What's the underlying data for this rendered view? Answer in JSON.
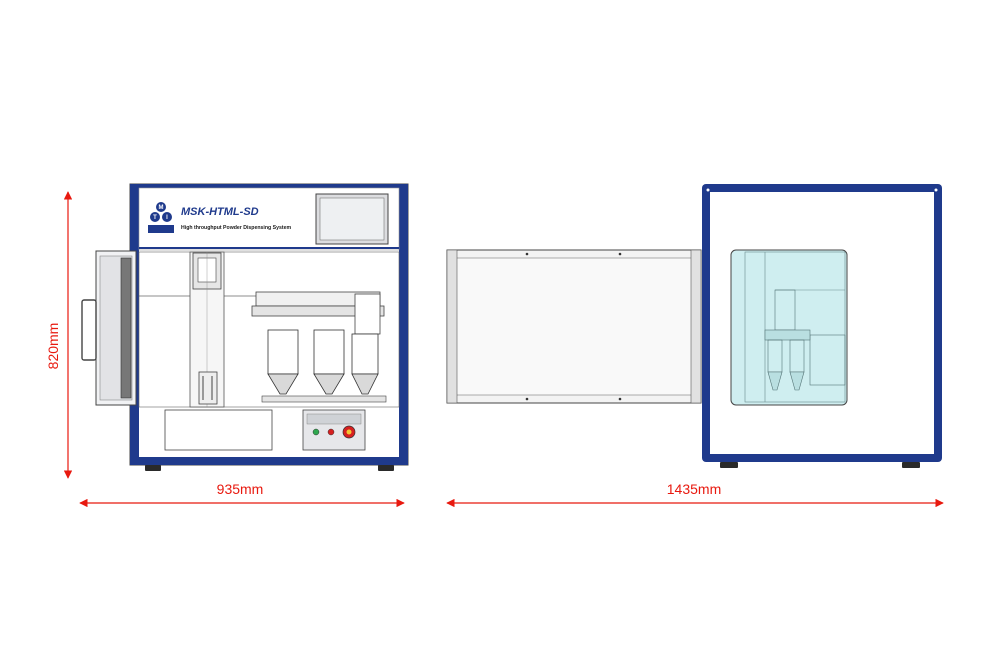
{
  "product": {
    "model": "MSK-HTML-SD",
    "subtitle": "High throughput Powder Dispensing System",
    "logo_letters": [
      "M",
      "T",
      "I"
    ]
  },
  "dimensions": {
    "height": "820mm",
    "front_width": "935mm",
    "side_depth": "1435mm"
  },
  "colors": {
    "frame_blue": "#1f3a8c",
    "dimension_red": "#e8190f",
    "glass_cyan": "#cfeef0",
    "panel_gray": "#e6e7ea",
    "button_green": "#2fa84f",
    "button_red": "#d62020"
  },
  "views": [
    "front-view",
    "side-view"
  ]
}
